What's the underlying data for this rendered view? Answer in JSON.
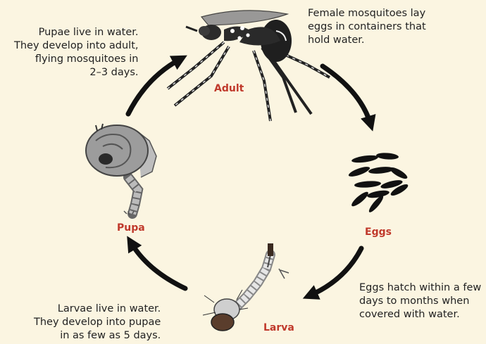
{
  "notes": {
    "adult": [
      "Pupae live in water.",
      "They develop into adult,",
      "flying mosquitoes in",
      "2–3 days."
    ],
    "eggs": [
      "Female mosquitoes lay",
      "eggs in containers that",
      "hold water."
    ],
    "larva": [
      "Larvae live in water.",
      "They develop into pupae",
      "in as few as 5 days."
    ],
    "hatch": [
      "Eggs hatch within a few",
      "days to months when",
      "covered with water."
    ]
  },
  "stages": {
    "adult": "Adult",
    "eggs": "Eggs",
    "pupa": "Pupa",
    "larva": "Larva"
  },
  "colors": {
    "background": "#fbf5e1",
    "stage_label": "#c0392b",
    "arrow": "#111111"
  }
}
